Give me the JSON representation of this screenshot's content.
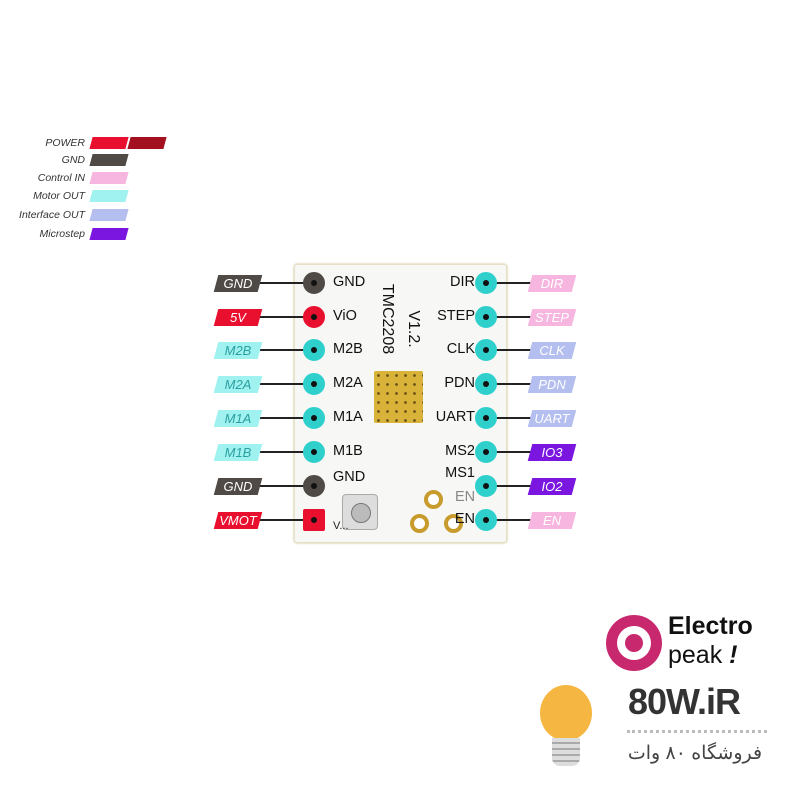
{
  "legend": [
    {
      "label": "POWER",
      "colors": [
        "#e8102e",
        "#a3101f"
      ]
    },
    {
      "label": "GND",
      "colors": [
        "#4f4a45"
      ]
    },
    {
      "label": "Control IN",
      "colors": [
        "#f7b6df"
      ]
    },
    {
      "label": "Motor OUT",
      "colors": [
        "#9ff2f0"
      ]
    },
    {
      "label": "Interface OUT",
      "colors": [
        "#b4bff0"
      ]
    },
    {
      "label": "Microstep",
      "colors": [
        "#7a16e0"
      ]
    }
  ],
  "board": {
    "chip_name": "TMC2208",
    "version": "V1.2.",
    "pot_label": "V..."
  },
  "left_pins": [
    {
      "tag": "GND",
      "pin": "GND",
      "type": "gnd"
    },
    {
      "tag": "5V",
      "pin": "ViO",
      "type": "power"
    },
    {
      "tag": "M2B",
      "pin": "M2B",
      "type": "motor"
    },
    {
      "tag": "M2A",
      "pin": "M2A",
      "type": "motor"
    },
    {
      "tag": "M1A",
      "pin": "M1A",
      "type": "motor"
    },
    {
      "tag": "M1B",
      "pin": "M1B",
      "type": "motor"
    },
    {
      "tag": "GND",
      "pin": "GND",
      "type": "gnd"
    },
    {
      "tag": "VMOT",
      "pin": "",
      "type": "power"
    }
  ],
  "right_pins": [
    {
      "tag": "DIR",
      "pin": "DIR",
      "type": "control"
    },
    {
      "tag": "STEP",
      "pin": "STEP",
      "type": "control"
    },
    {
      "tag": "CLK",
      "pin": "CLK",
      "type": "interface"
    },
    {
      "tag": "PDN",
      "pin": "PDN",
      "type": "interface"
    },
    {
      "tag": "UART",
      "pin": "UART",
      "type": "interface"
    },
    {
      "tag": "IO3",
      "pin": "MS2",
      "type": "micro"
    },
    {
      "tag": "IO2",
      "pin": "MS1",
      "type": "micro"
    },
    {
      "tag": "EN",
      "pin": "EN",
      "type": "control"
    }
  ],
  "colors": {
    "gnd": "#4f4a45",
    "power": "#e8102e",
    "motor": "#9ff2f0",
    "control": "#f7b6df",
    "interface": "#b4bff0",
    "micro": "#7a16e0",
    "pad": "#2fd0cc"
  },
  "logo": {
    "brand_line1": "Electro",
    "brand_line2": "peak",
    "brand_mark": "!",
    "site": "80W.iR",
    "site_fa": "فروشگاه ۸۰ وات"
  }
}
